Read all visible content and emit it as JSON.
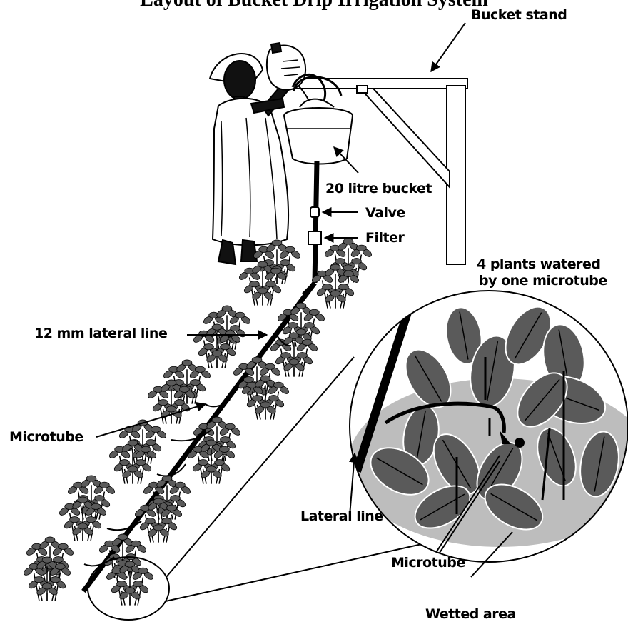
{
  "title": "Layout of Bucket Drip Irrigation System",
  "labels": {
    "bucket_stand": "Bucket stand",
    "bucket": "20 litre bucket",
    "valve": "Valve",
    "filter": "Filter",
    "plants_line1": "4 plants watered",
    "plants_line2": "by one microtube",
    "lateral_12mm": "12 mm lateral line",
    "microtube_left": "Microtube",
    "lateral_line": "Lateral line",
    "microtube_detail": "Microtube",
    "wetted_area": "Wetted area"
  },
  "colors": {
    "ink": "#000000",
    "leaf": "#5a5a5a",
    "wetted": "#bdbdbd",
    "paper": "#ffffff"
  }
}
